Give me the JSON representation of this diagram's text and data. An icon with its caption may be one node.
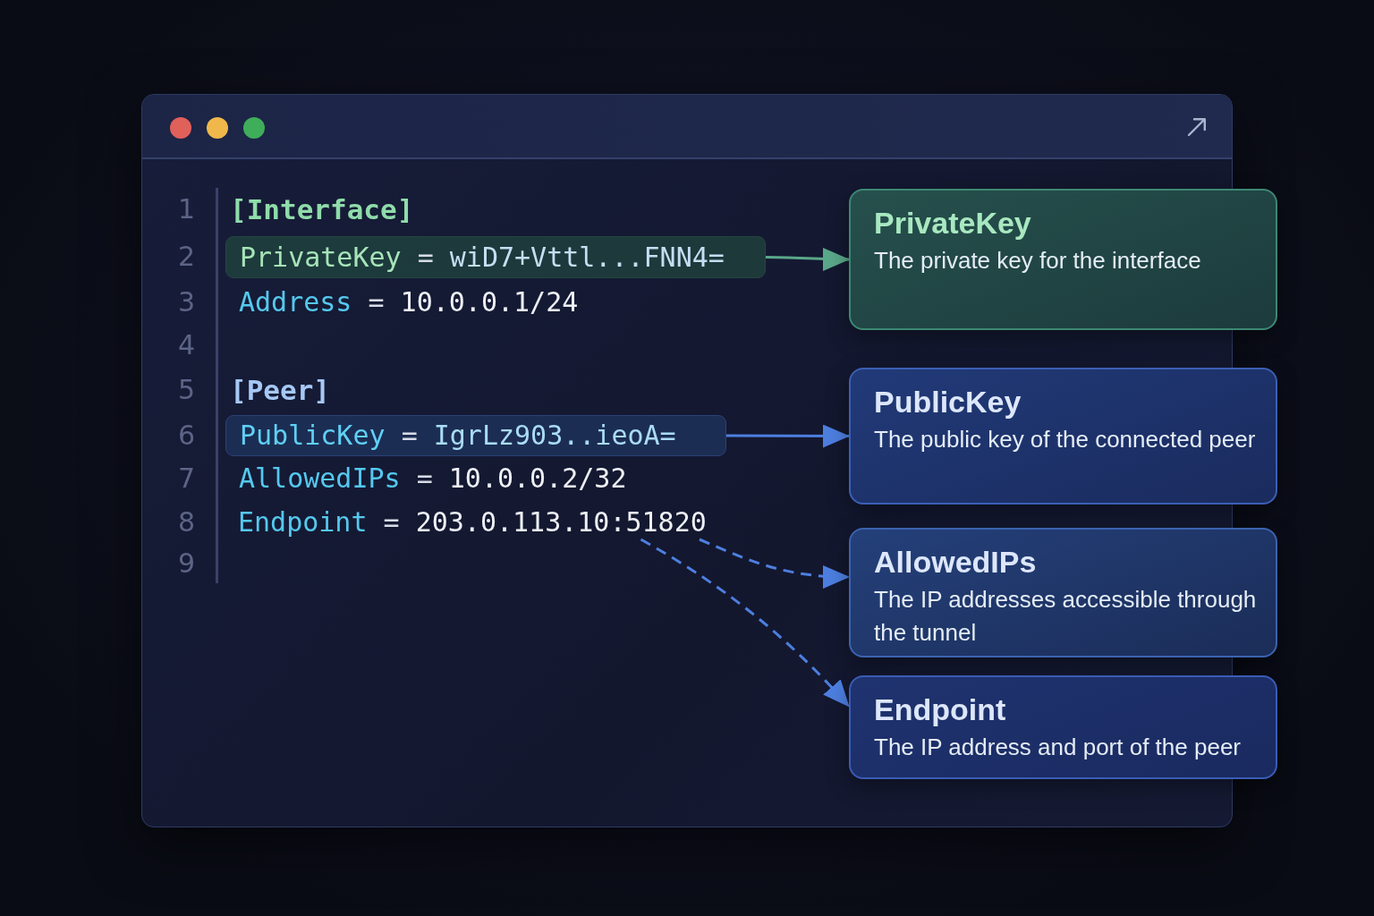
{
  "diagram": {
    "nodes": [
      {
        "text": [
          "PrivateKey = wiD7+Vttl...FNN4="
        ]
      },
      {
        "text": [
          "PublicKey = IgrLz903..ieoA="
        ]
      },
      {
        "text": [
          "Endpoint = 203.0.113.10:51820"
        ]
      },
      {
        "text": [
          "PrivateKey",
          "The private key for the interface"
        ]
      },
      {
        "text": [
          "PublicKey",
          "The public key of the connected peer"
        ]
      },
      {
        "text": [
          "AllowedIPs",
          "The IP addresses accessible through the tunnel"
        ]
      },
      {
        "text": [
          "Endpoint",
          "The IP address and port of the peer"
        ]
      }
    ],
    "edges": [
      {
        "from": 0,
        "to": 3,
        "arrow": "to",
        "color": "#5aa88a"
      },
      {
        "from": 1,
        "to": 4,
        "arrow": "to"
      },
      {
        "from": 2,
        "to": 5,
        "arrow": "to",
        "style": "dashed"
      },
      {
        "from": 2,
        "to": 6,
        "arrow": "to",
        "style": "dashed"
      }
    ],
    "labels": [
      "1",
      "[Interface]",
      "2",
      "3",
      "Address = 10.0.0.1/24",
      "4",
      "5",
      "[Peer]",
      "6",
      "7",
      "AllowedIPs = 10.0.0.2/32",
      "8",
      "9"
    ]
  }
}
